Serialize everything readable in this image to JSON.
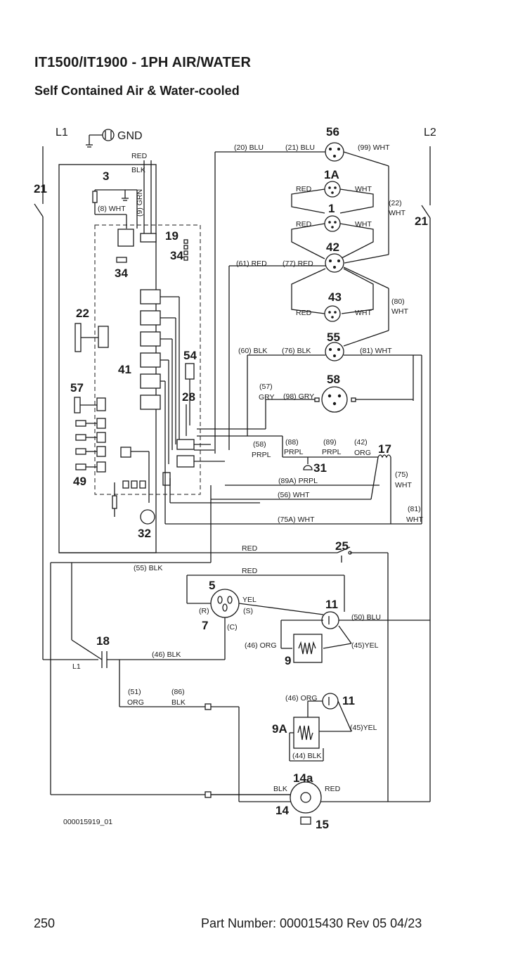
{
  "page": {
    "title": "IT1500/IT1900 - 1PH AIR/WATER",
    "subtitle": "Self Contained Air & Water-cooled",
    "page_number": "250",
    "part_number": "Part Number: 000015430 Rev 05 04/23",
    "drawing_id": "000015919_01"
  },
  "lines": {
    "l1": "L1",
    "l2": "L2",
    "gnd": "GND",
    "l1_small": "L1"
  },
  "components": {
    "c56": "56",
    "c1a": "1A",
    "c1": "1",
    "c42": "42",
    "c43": "43",
    "c55": "55",
    "c58": "58",
    "c3": "3",
    "c19": "19",
    "c34a": "34",
    "c34b": "34",
    "c22": "22",
    "c21a": "21",
    "c21b": "21",
    "c41": "41",
    "c54": "54",
    "c28": "28",
    "c57": "57",
    "c49": "49",
    "c32": "32",
    "c31": "31",
    "c17": "17",
    "c25": "25",
    "c5": "5",
    "c7": "7",
    "c11a": "11",
    "c9": "9",
    "c18": "18",
    "c11b": "11",
    "c9a": "9A",
    "c14a": "14a",
    "c14": "14",
    "c15": "15"
  },
  "wires": {
    "w20": "(20) BLU",
    "w21": "(21) BLU",
    "w99": "(99) WHT",
    "red_top": "RED",
    "blk_top": "BLK",
    "w8": "(8) WHT",
    "w9": "(9) GRN",
    "red1a": "RED",
    "wht1a": "WHT",
    "red1": "RED",
    "wht1": "WHT",
    "w22a": "(22)",
    "w22b": "WHT",
    "w61": "(61) RED",
    "w77": "(77) RED",
    "w80a": "(80)",
    "w80b": "WHT",
    "red43": "RED",
    "wht43": "WHT",
    "w60": "(60) BLK",
    "w76": "(76) BLK",
    "w81": "(81) WHT",
    "w57a": "(57)",
    "w57b": "GRY",
    "w98": "(98) GRY",
    "w58a": "(58)",
    "w58b": "PRPL",
    "w88a": "(88)",
    "w88b": "PRPL",
    "w89a": "(89)",
    "w89b": "PRPL",
    "w42a": "(42)",
    "w42b": "ORG",
    "w75a": "(75)",
    "w75b": "WHT",
    "w89A": "(89A) PRPL",
    "w56": "(56) WHT",
    "w81ba": "(81)",
    "w81bb": "WHT",
    "w75A": "(75A) WHT",
    "red25": "RED",
    "w55": "(55) BLK",
    "red5": "RED",
    "r": "(R)",
    "s": "(S)",
    "c": "(C)",
    "yel": "YEL",
    "w50": "(50) BLU",
    "w46a": "(46) ORG",
    "w45a": "(45)YEL",
    "w46blk": "(46) BLK",
    "w51a": "(51)",
    "w51b": "ORG",
    "w86a": "(86)",
    "w86b": "BLK",
    "w46b": "(46) ORG",
    "w45b": "(45)YEL",
    "w44": "(44) BLK",
    "blk14": "BLK",
    "red14": "RED"
  }
}
